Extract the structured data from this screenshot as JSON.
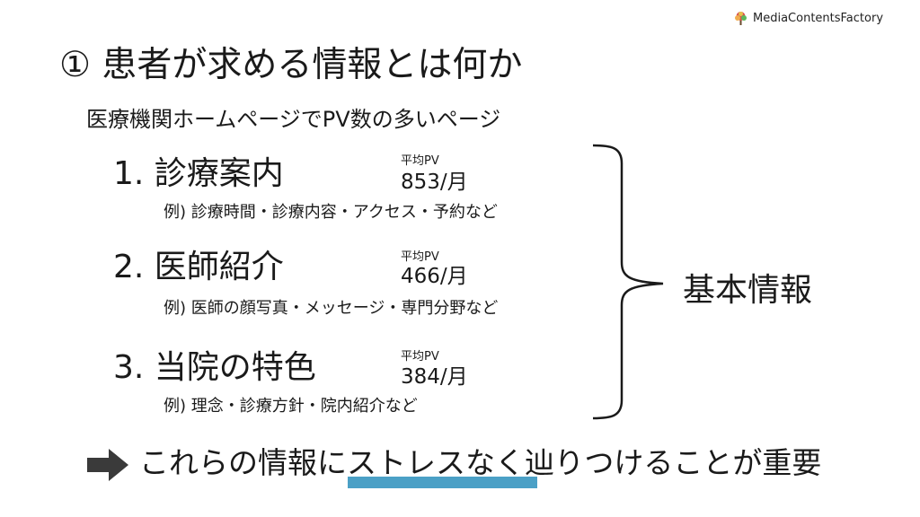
{
  "logo": {
    "text": "MediaContentsFactory",
    "icon": "tree-logo-icon"
  },
  "title": "① 患者が求める情報とは何か",
  "subtitle": "医療機関ホームページでPV数の多いページ",
  "items": [
    {
      "label": "1. 診療案内",
      "pv_label": "平均PV",
      "pv_value": "853/月",
      "example": "例) 診療時間・診療内容・アクセス・予約など"
    },
    {
      "label": "2. 医師紹介",
      "pv_label": "平均PV",
      "pv_value": "466/月",
      "example": "例) 医師の顔写真・メッセージ・専門分野など"
    },
    {
      "label": "3. 当院の特色",
      "pv_label": "平均PV",
      "pv_value": "384/月",
      "example": "例) 理念・診療方針・院内紹介など"
    }
  ],
  "summary_label": "基本情報",
  "conclusion": "これらの情報にストレスなく辿りつけることが重要",
  "colors": {
    "highlight": "#4ba0c6",
    "arrow": "#3a3a3a",
    "text": "#1a1a1a"
  },
  "icons": {
    "arrow": "right-arrow-icon",
    "brace": "right-brace-icon"
  }
}
